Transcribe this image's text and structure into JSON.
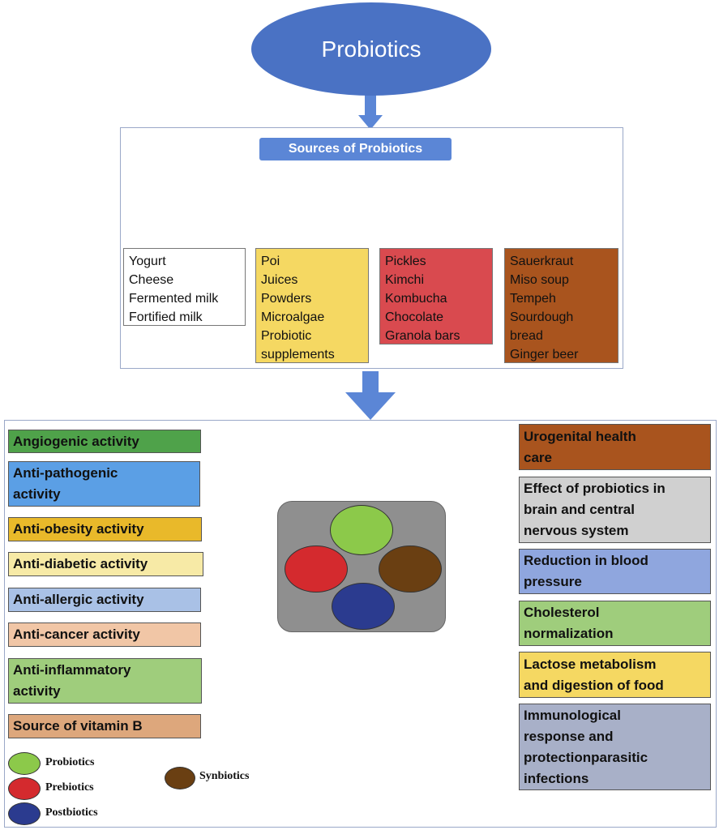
{
  "title": "Probiotics",
  "sources": {
    "header": "Sources of Probiotics",
    "groups": [
      {
        "items": [
          "Yogurt",
          "Cheese",
          "Fermented milk",
          "Fortified milk"
        ],
        "color": "#ffffff"
      },
      {
        "items": [
          "Poi",
          "Juices",
          "Powders",
          "Microalgae",
          "Probiotic",
          "supplements"
        ],
        "color": "#f5d862"
      },
      {
        "items": [
          "Pickles",
          "Kimchi",
          "Kombucha",
          "Chocolate",
          "Granola bars"
        ],
        "color": "#d94a4f"
      },
      {
        "items": [
          "Sauerkraut",
          "Miso soup",
          "Tempeh",
          "Sourdough",
          "bread",
          "Ginger beer"
        ],
        "color": "#a9541e"
      }
    ]
  },
  "activities_left": [
    {
      "label": "Angiogenic activity",
      "color": "#4fa24a"
    },
    {
      "label": "Anti-pathogenic\nactivity",
      "color": "#5b9fe5"
    },
    {
      "label": "Anti-obesity activity",
      "color": "#e9b92a"
    },
    {
      "label": "Anti-diabetic activity",
      "color": "#f7eaa6"
    },
    {
      "label": "Anti-allergic activity",
      "color": "#a9c1e6"
    },
    {
      "label": "Anti-cancer activity",
      "color": "#f1c6a6"
    },
    {
      "label": "Anti-inflammatory\nactivity",
      "color": "#9fcd7c"
    },
    {
      "label": "Source of vitamin B",
      "color": "#dda77c"
    }
  ],
  "activities_right": [
    {
      "label": "Urogenital health\ncare",
      "color": "#a9541e"
    },
    {
      "label": "Effect of probiotics in\nbrain and central\nnervous system",
      "color": "#d0d0d0"
    },
    {
      "label": "Reduction in blood\npressure",
      "color": "#8fa6de"
    },
    {
      "label": "Cholesterol\nnormalization",
      "color": "#9fcd7c"
    },
    {
      "label": "Lactose metabolism\nand digestion of food",
      "color": "#f5d862"
    },
    {
      "label": "Immunological\nresponse and\nprotectionparasitic\ninfections",
      "color": "#a8b0c8"
    }
  ],
  "center_colors": {
    "probiotics": "#8cc94a",
    "prebiotics": "#d42a2e",
    "postbiotics": "#2b3b8f",
    "synbiotics": "#6a3f12"
  },
  "legend": {
    "probiotics": "Probiotics",
    "prebiotics": "Prebiotics",
    "postbiotics": "Postbiotics",
    "synbiotics": "Synbiotics"
  },
  "accent": {
    "arrow": "#5b86d6",
    "line": "#111111"
  }
}
